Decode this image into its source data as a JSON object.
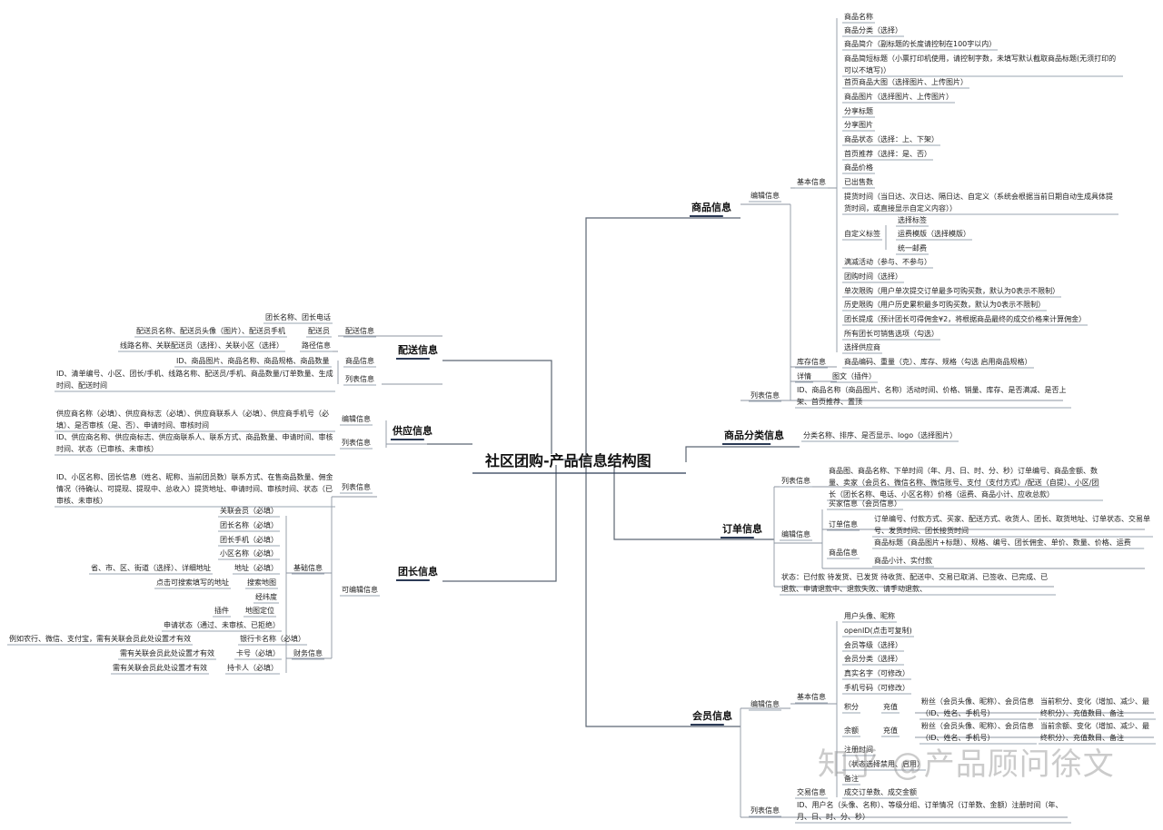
{
  "root": "社区团购-产品信息结构图",
  "watermark": "知乎 @产品顾问徐文",
  "nodes": [
    {
      "id": "c_goods",
      "text": "商品信息",
      "lvl": 1
    },
    {
      "id": "c_cat",
      "text": "商品分类信息",
      "lvl": 1
    },
    {
      "id": "c_order",
      "text": "订单信息",
      "lvl": 1
    },
    {
      "id": "c_member",
      "text": "会员信息",
      "lvl": 1
    },
    {
      "id": "c_ship",
      "text": "配送信息",
      "lvl": 1
    },
    {
      "id": "c_supply",
      "text": "供应信息",
      "lvl": 1
    },
    {
      "id": "c_leader",
      "text": "团长信息",
      "lvl": 1
    },
    {
      "id": "g_edit",
      "text": "编辑信息",
      "lvl": 2
    },
    {
      "id": "g_basic",
      "text": "基本信息",
      "lvl": 3
    },
    {
      "id": "g1",
      "text": "商品名称"
    },
    {
      "id": "g2",
      "text": "商品分类（选择）"
    },
    {
      "id": "g3",
      "text": "商品简介（副标题的长度请控制在100字以内）"
    },
    {
      "id": "g4",
      "text": "商品简短标题（小票打印机使用，请控制字数，未填写默认截取商品标题(无须打印的可以不填写)）"
    },
    {
      "id": "g5",
      "text": "首页商品大图（选择图片、上传图片）"
    },
    {
      "id": "g6",
      "text": "商品图片（选择图片、上传图片）"
    },
    {
      "id": "g7",
      "text": "分享标题"
    },
    {
      "id": "g8",
      "text": "分享图片"
    },
    {
      "id": "g9",
      "text": "商品状态（选择：上、下架）"
    },
    {
      "id": "g10",
      "text": "首页推荐（选择：是、否）"
    },
    {
      "id": "g11",
      "text": "商品价格"
    },
    {
      "id": "g12",
      "text": "已出售数"
    },
    {
      "id": "g13",
      "text": "提货时间（当日达、次日达、隔日达、自定义（系统会根据当前日期自动生成具体提货时间，或直接显示自定义内容））"
    },
    {
      "id": "g14",
      "text": "自定义标签"
    },
    {
      "id": "g14a",
      "text": "选择标签"
    },
    {
      "id": "g14b",
      "text": "运费模版（选择模版）"
    },
    {
      "id": "g14c",
      "text": "统一邮费"
    },
    {
      "id": "g15",
      "text": "满减活动（参与、不参与）"
    },
    {
      "id": "g16",
      "text": "团购时间（选择）"
    },
    {
      "id": "g17",
      "text": "单次限购（用户单次提交订单最多可购买数，默认为0表示不限制）"
    },
    {
      "id": "g18",
      "text": "历史限购（用户历史累积最多可购买数，默认为0表示不限制）"
    },
    {
      "id": "g19",
      "text": "团长提成（预计团长可得佣金¥2，将根据商品最终的成交价格来计算佣金）"
    },
    {
      "id": "g20",
      "text": "所有团长可销售选项（勾选）"
    },
    {
      "id": "g21",
      "text": "选择供应商"
    },
    {
      "id": "g_stock",
      "text": "库存信息",
      "lvl": 3
    },
    {
      "id": "g_stock1",
      "text": "商品编码、重量（克）、库存、规格（勾选 启用商品规格）"
    },
    {
      "id": "g_detail",
      "text": "详情",
      "lvl": 3
    },
    {
      "id": "g_detail1",
      "text": "图文（插件）"
    },
    {
      "id": "g_list",
      "text": "列表信息",
      "lvl": 2
    },
    {
      "id": "g_list1",
      "text": "ID、商品名称（商品图片、名称）活动时间、价格、销量、库存、是否满减、是否上架、首页推荐、置顶"
    },
    {
      "id": "cat1",
      "text": "分类名称、排序、是否显示、logo（选择图片）"
    },
    {
      "id": "o_list",
      "text": "列表信息",
      "lvl": 2
    },
    {
      "id": "o_list1",
      "text": "商品图、商品名称、下单时间（年、月、日、时、分、秒）订单编号、商品金额、数量、卖家（会员名、微信名称、微信账号、支付（支付方式）/配送（自提）、小区/团长（团长名称、电话、小区名称）价格（运费、商品小计、应收总款）"
    },
    {
      "id": "o_edit",
      "text": "编辑信息",
      "lvl": 2
    },
    {
      "id": "o_e1",
      "text": "买家信息（会员信息）"
    },
    {
      "id": "o_e2",
      "text": "订单信息",
      "lvl": 3
    },
    {
      "id": "o_e2a",
      "text": "订单编号、付款方式、买家、配送方式、收货人、团长、取货地址、订单状态、交易单号、发货时间、团长接货时间"
    },
    {
      "id": "o_e3",
      "text": "商品信息",
      "lvl": 3
    },
    {
      "id": "o_e3a",
      "text": "商品标题（商品图片+标题）、规格、编号、团长佣金、单价、数量、价格、运费"
    },
    {
      "id": "o_e3b",
      "text": "商品小计、实付款"
    },
    {
      "id": "o_status",
      "text": "状态：已付款 待发货、已发货 待收货、配送中、交易已取消、已签收、已完成、已退款、申请退款中、退款失败、请手动退款、"
    },
    {
      "id": "m_edit",
      "text": "编辑信息",
      "lvl": 2
    },
    {
      "id": "m_basic",
      "text": "基本信息",
      "lvl": 3
    },
    {
      "id": "m1",
      "text": "用户头像、昵称"
    },
    {
      "id": "m2",
      "text": "openID(点击可复制)"
    },
    {
      "id": "m3",
      "text": "会员等级（选择）"
    },
    {
      "id": "m4",
      "text": "会员分类（选择）"
    },
    {
      "id": "m5",
      "text": "真实名字（可修改）"
    },
    {
      "id": "m6",
      "text": "手机号码（可修改）"
    },
    {
      "id": "m7",
      "text": "积分"
    },
    {
      "id": "m7a",
      "text": "充值"
    },
    {
      "id": "m7b",
      "text": "粉丝（会员头像、昵称）、会员信息（ID、姓名、手机号）"
    },
    {
      "id": "m7c",
      "text": "当前积分、变化（增加、减少、最终积分）、充值数目、备注"
    },
    {
      "id": "m8",
      "text": "余额"
    },
    {
      "id": "m8a",
      "text": "充值"
    },
    {
      "id": "m8b",
      "text": "粉丝（会员头像、昵称）、会员信息（ID、姓名、手机号）"
    },
    {
      "id": "m8c",
      "text": "当前余额、变化（增加、减少、最终积分）、充值数目、备注"
    },
    {
      "id": "m9",
      "text": "注册时间"
    },
    {
      "id": "m10",
      "text": "（状态选择禁用、启用）"
    },
    {
      "id": "m11",
      "text": "备注"
    },
    {
      "id": "m_trade",
      "text": "交易信息",
      "lvl": 3
    },
    {
      "id": "m_trade1",
      "text": "成交订单数、成交金额"
    },
    {
      "id": "m_list",
      "text": "列表信息",
      "lvl": 2
    },
    {
      "id": "m_list1",
      "text": "ID、用户名（头像、名称）、等级分组、订单情况（订单数、金额）注册时间（年、月、日、时、分、秒）"
    },
    {
      "id": "s_leader",
      "text": "团长名称、团长电话"
    },
    {
      "id": "s_edit",
      "text": "配送信息",
      "lvl": 2
    },
    {
      "id": "s_courier",
      "text": "配送员",
      "lvl": 3
    },
    {
      "id": "s_courier1",
      "text": "配送员名称、配送员头像（图片）、配送员手机"
    },
    {
      "id": "s_route",
      "text": "路径信息",
      "lvl": 3
    },
    {
      "id": "s_route1",
      "text": "线路名称、关联配送员（选择）、关联小区（选择）"
    },
    {
      "id": "s_goods",
      "text": "商品信息",
      "lvl": 2
    },
    {
      "id": "s_goods1",
      "text": "ID、商品图片、商品名称、商品规格、商品数量"
    },
    {
      "id": "s_list",
      "text": "列表信息",
      "lvl": 2
    },
    {
      "id": "s_list1",
      "text": "ID、清单编号、小区、团长/手机、线路名称、配送员/手机、商品数量/订单数量、生成时间、配送时间"
    },
    {
      "id": "p_edit",
      "text": "编辑信息",
      "lvl": 2
    },
    {
      "id": "p_edit1",
      "text": "供应商名称（必填）、供应商标志（必填）、供应商联系人（必填）、供应商手机号（必填）、是否审核（是、否）、申请时间、审核时间"
    },
    {
      "id": "p_list",
      "text": "列表信息",
      "lvl": 2
    },
    {
      "id": "p_list1",
      "text": "ID、供应商名称、供应商标志、供应商联系人、联系方式、商品数量、申请时间、审核时间、状态（已审核、未审核）"
    },
    {
      "id": "l_list",
      "text": "列表信息",
      "lvl": 2
    },
    {
      "id": "l_list1",
      "text": "ID、小区名称、团长信息（姓名、昵称、当前团员数）联系方式、在售商品数量、佣金情况（待确认、可提现、提现中、总收入）提货地址、申请时间、审核时间、状态（已审核、未审核）"
    },
    {
      "id": "l_edit",
      "text": "可编辑信息",
      "lvl": 2
    },
    {
      "id": "l_basic",
      "text": "基础信息",
      "lvl": 3
    },
    {
      "id": "l1",
      "text": "关联会员（必填）"
    },
    {
      "id": "l2",
      "text": "团长名称（必填）"
    },
    {
      "id": "l3",
      "text": "团长手机（必填）"
    },
    {
      "id": "l4",
      "text": "小区名称（必填）"
    },
    {
      "id": "l5",
      "text": "地址（必填）"
    },
    {
      "id": "l5a",
      "text": "省、市、区、街道（选择）、详细地址"
    },
    {
      "id": "l6",
      "text": "搜索地图"
    },
    {
      "id": "l6a",
      "text": "点击可搜索填写的地址"
    },
    {
      "id": "l7",
      "text": "经纬度"
    },
    {
      "id": "l8",
      "text": "地图定位"
    },
    {
      "id": "l8a",
      "text": "插件"
    },
    {
      "id": "l9",
      "text": "申请状态（通过、未审核、已拒绝）"
    },
    {
      "id": "l_fin",
      "text": "财务信息",
      "lvl": 3
    },
    {
      "id": "l10",
      "text": "银行卡名称（必填）"
    },
    {
      "id": "l10a",
      "text": "例如农行、微信、支付宝，需有关联会员此处设置才有效"
    },
    {
      "id": "l11",
      "text": "卡号（必填）"
    },
    {
      "id": "l11a",
      "text": "需有关联会员此处设置才有效"
    },
    {
      "id": "l12",
      "text": "持卡人（必填）"
    },
    {
      "id": "l12a",
      "text": "需有关联会员此处设置才有效"
    }
  ]
}
